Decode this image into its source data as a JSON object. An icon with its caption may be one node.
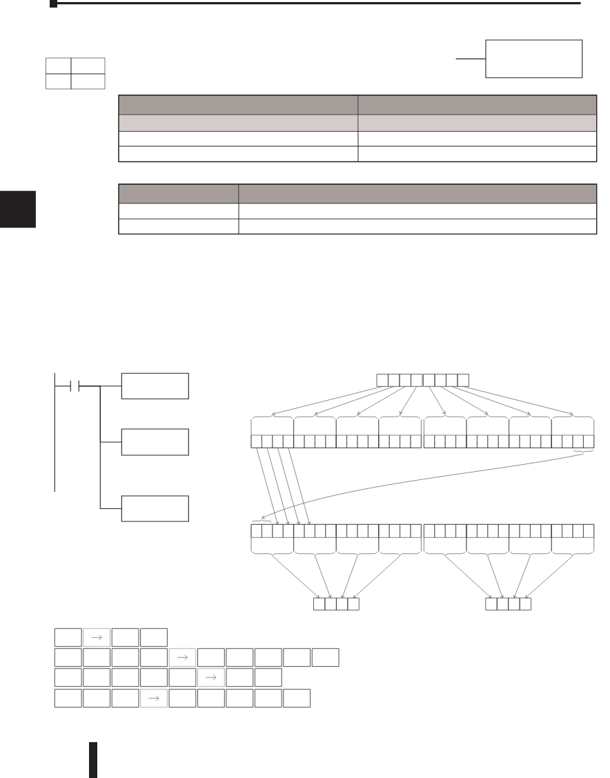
{
  "diagram": {
    "nodes": [
      {
        "text": [],
        "shape": "box"
      },
      {
        "text": [],
        "shape": "contact"
      },
      {
        "text": [],
        "shape": "box"
      },
      {
        "text": [],
        "shape": "box"
      },
      {
        "text": [],
        "shape": "box"
      },
      {
        "text": [],
        "shape": "box"
      },
      {
        "text": [],
        "shape": "box"
      },
      {
        "text": [],
        "shape": "box"
      },
      {
        "text": [],
        "shape": "box"
      },
      {
        "text": [],
        "shape": "box"
      },
      {
        "text": [],
        "shape": "box"
      },
      {
        "text": [],
        "shape": "box"
      },
      {
        "text": [],
        "shape": "box"
      },
      {
        "text": [],
        "shape": "box"
      },
      {
        "text": [],
        "shape": "box",
        "in": 13
      },
      {
        "text": [],
        "shape": "box",
        "in": 13
      },
      {
        "text": [],
        "shape": "box",
        "in": 13
      },
      {
        "text": [],
        "shape": "box",
        "in": 13
      },
      {
        "text": [],
        "shape": "box"
      },
      {
        "text": [],
        "shape": "box",
        "in": 18
      },
      {
        "text": [],
        "shape": "box",
        "in": 18
      },
      {
        "text": [],
        "shape": "box",
        "in": 18
      },
      {
        "text": [],
        "shape": "box",
        "in": 18
      },
      {
        "text": [],
        "shape": "box"
      },
      {
        "text": [],
        "shape": "box",
        "in": 23
      },
      {
        "text": [],
        "shape": "box",
        "in": 23
      },
      {
        "text": [],
        "shape": "box",
        "in": 23
      },
      {
        "text": [],
        "shape": "box",
        "in": 23
      },
      {
        "text": [],
        "shape": "box"
      },
      {
        "text": [],
        "shape": "box",
        "in": 28
      },
      {
        "text": [],
        "shape": "box",
        "in": 28
      },
      {
        "text": [],
        "shape": "box",
        "in": 28
      },
      {
        "text": [],
        "shape": "box",
        "in": 28
      },
      {
        "text": [],
        "shape": "box"
      },
      {
        "text": [],
        "shape": "box",
        "in": 33
      },
      {
        "text": [],
        "shape": "box",
        "in": 33
      },
      {
        "text": [],
        "shape": "box",
        "in": 33
      },
      {
        "text": [],
        "shape": "box",
        "in": 33
      },
      {
        "text": [],
        "shape": "box"
      },
      {
        "text": [],
        "shape": "box",
        "in": 38
      },
      {
        "text": [],
        "shape": "box",
        "in": 38
      },
      {
        "text": [],
        "shape": "box",
        "in": 38
      },
      {
        "text": [],
        "shape": "box",
        "in": 38
      },
      {
        "text": [],
        "shape": "box"
      },
      {
        "text": [],
        "shape": "box",
        "in": 43
      },
      {
        "text": [],
        "shape": "box",
        "in": 43
      },
      {
        "text": [],
        "shape": "box",
        "in": 43
      },
      {
        "text": [],
        "shape": "box",
        "in": 43
      },
      {
        "text": [],
        "shape": "box"
      },
      {
        "text": [],
        "shape": "box",
        "in": 48
      },
      {
        "text": [],
        "shape": "box",
        "in": 48
      },
      {
        "text": [],
        "shape": "box",
        "in": 48
      },
      {
        "text": [],
        "shape": "box",
        "in": 48
      },
      {
        "text": [],
        "shape": "box"
      },
      {
        "text": [],
        "shape": "box",
        "in": 53
      },
      {
        "text": [],
        "shape": "box",
        "in": 53
      },
      {
        "text": [],
        "shape": "box",
        "in": 53
      },
      {
        "text": [],
        "shape": "box",
        "in": 53
      },
      {
        "text": [],
        "shape": "box"
      },
      {
        "text": [],
        "shape": "box",
        "in": 58
      },
      {
        "text": [],
        "shape": "box",
        "in": 58
      },
      {
        "text": [],
        "shape": "box",
        "in": 58
      },
      {
        "text": [],
        "shape": "box",
        "in": 58
      },
      {
        "text": [],
        "shape": "box"
      },
      {
        "text": [],
        "shape": "box",
        "in": 63
      },
      {
        "text": [],
        "shape": "box",
        "in": 63
      },
      {
        "text": [],
        "shape": "box",
        "in": 63
      },
      {
        "text": [],
        "shape": "box",
        "in": 63
      },
      {
        "text": [],
        "shape": "box"
      },
      {
        "text": [],
        "shape": "box",
        "in": 68
      },
      {
        "text": [],
        "shape": "box",
        "in": 68
      },
      {
        "text": [],
        "shape": "box",
        "in": 68
      },
      {
        "text": [],
        "shape": "box",
        "in": 68
      },
      {
        "text": [],
        "shape": "box"
      },
      {
        "text": [],
        "shape": "box",
        "in": 73
      },
      {
        "text": [],
        "shape": "box",
        "in": 73
      },
      {
        "text": [],
        "shape": "box",
        "in": 73
      },
      {
        "text": [],
        "shape": "box",
        "in": 73
      },
      {
        "text": [],
        "shape": "box"
      },
      {
        "text": [],
        "shape": "box",
        "in": 78
      },
      {
        "text": [],
        "shape": "box",
        "in": 78
      },
      {
        "text": [],
        "shape": "box",
        "in": 78
      },
      {
        "text": [],
        "shape": "box",
        "in": 78
      },
      {
        "text": [],
        "shape": "box"
      },
      {
        "text": [],
        "shape": "box",
        "in": 83
      },
      {
        "text": [],
        "shape": "box",
        "in": 83
      },
      {
        "text": [],
        "shape": "box",
        "in": 83
      },
      {
        "text": [],
        "shape": "box",
        "in": 83
      },
      {
        "text": [],
        "shape": "box"
      },
      {
        "text": [],
        "shape": "box",
        "in": 88
      },
      {
        "text": [],
        "shape": "box",
        "in": 88
      },
      {
        "text": [],
        "shape": "box",
        "in": 88
      },
      {
        "text": [],
        "shape": "box",
        "in": 88
      },
      {
        "text": [],
        "shape": "box"
      },
      {
        "text": [],
        "shape": "box"
      },
      {
        "text": [],
        "shape": "box"
      },
      {
        "text": [],
        "shape": "box"
      },
      {
        "text": [],
        "shape": "box"
      },
      {
        "text": [],
        "shape": "box"
      },
      {
        "text": [],
        "shape": "box"
      },
      {
        "text": [],
        "shape": "box"
      }
    ],
    "edges": [
      {
        "from": null,
        "to": 0,
        "arrow": "none"
      },
      {
        "from": null,
        "to": 1,
        "arrow": "none"
      },
      {
        "from": 1,
        "to": 2,
        "arrow": "none"
      },
      {
        "from": 1,
        "to": 3,
        "arrow": "none"
      },
      {
        "from": 1,
        "to": 4,
        "arrow": "none"
      },
      {
        "from": 5,
        "to": 13,
        "arrow": "to"
      },
      {
        "from": 6,
        "to": 18,
        "arrow": "to"
      },
      {
        "from": 7,
        "to": 23,
        "arrow": "to"
      },
      {
        "from": 8,
        "to": 28,
        "arrow": "to"
      },
      {
        "from": 9,
        "to": 33,
        "arrow": "to"
      },
      {
        "from": 10,
        "to": 38,
        "arrow": "to"
      },
      {
        "from": 11,
        "to": 43,
        "arrow": "to"
      },
      {
        "from": 12,
        "to": 48,
        "arrow": "to"
      },
      {
        "from": 14,
        "to": 56,
        "arrow": "to"
      },
      {
        "from": 15,
        "to": 57,
        "arrow": "to"
      },
      {
        "from": 16,
        "to": 59,
        "arrow": "to"
      },
      {
        "from": 17,
        "to": 60,
        "arrow": "to"
      },
      {
        "from": 51,
        "to": 54,
        "arrow": "to"
      },
      {
        "from": 52,
        "to": 55,
        "arrow": "to"
      },
      {
        "from": 53,
        "to": 93,
        "arrow": "to"
      },
      {
        "from": 58,
        "to": 94,
        "arrow": "to"
      },
      {
        "from": 63,
        "to": 95,
        "arrow": "to"
      },
      {
        "from": 68,
        "to": 96,
        "arrow": "to"
      },
      {
        "from": 73,
        "to": 97,
        "arrow": "to"
      },
      {
        "from": 78,
        "to": 98,
        "arrow": "to"
      },
      {
        "from": 83,
        "to": 99,
        "arrow": "to"
      },
      {
        "from": 88,
        "to": 100,
        "arrow": "to"
      }
    ]
  }
}
